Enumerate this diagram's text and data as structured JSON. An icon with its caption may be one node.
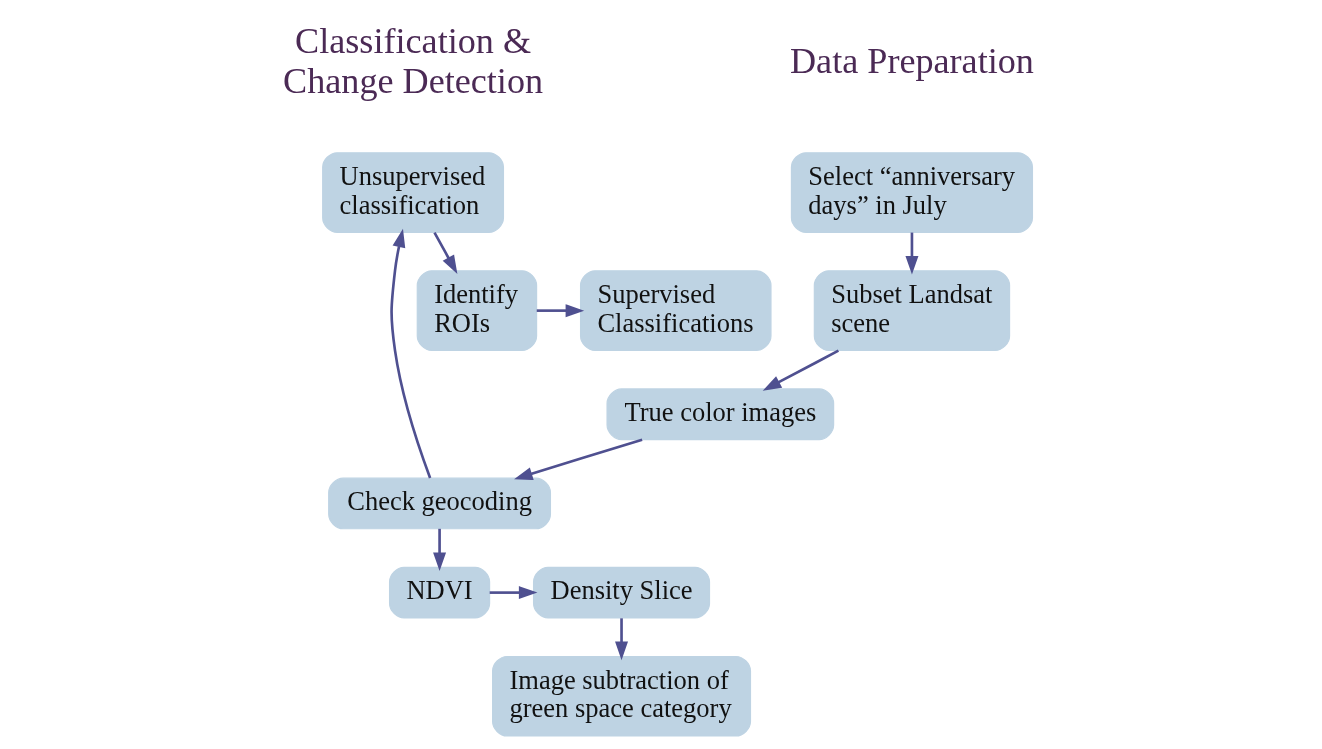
{
  "diagram": {
    "nodes": [
      {
        "text": [
          "Select “anniversary days” in July"
        ]
      },
      {
        "text": [
          "Subset Landsat scene"
        ]
      },
      {
        "text": [
          "True color images"
        ]
      },
      {
        "text": [
          "Check geocoding"
        ]
      },
      {
        "text": [
          "Unsupervised classification"
        ]
      },
      {
        "text": [
          "Identify ROIs"
        ]
      },
      {
        "text": [
          "Supervised Classifications"
        ]
      },
      {
        "text": [
          "NDVI"
        ]
      },
      {
        "text": [
          "Density Slice"
        ]
      },
      {
        "text": [
          "Image subtraction of green space category"
        ]
      }
    ],
    "edges": [
      {
        "from": 0,
        "to": 1,
        "arrow": "to"
      },
      {
        "from": 1,
        "to": 2,
        "arrow": "to"
      },
      {
        "from": 2,
        "to": 3,
        "arrow": "to"
      },
      {
        "from": 3,
        "to": 4,
        "arrow": "to"
      },
      {
        "from": 3,
        "to": 7,
        "arrow": "to"
      },
      {
        "from": 4,
        "to": 5,
        "arrow": "to"
      },
      {
        "from": 5,
        "to": 6,
        "arrow": "to"
      },
      {
        "from": 7,
        "to": 8,
        "arrow": "to"
      },
      {
        "from": 8,
        "to": 9,
        "arrow": "to"
      }
    ],
    "labels": [
      "Data Preparation",
      "Classification & Change Detection"
    ]
  }
}
